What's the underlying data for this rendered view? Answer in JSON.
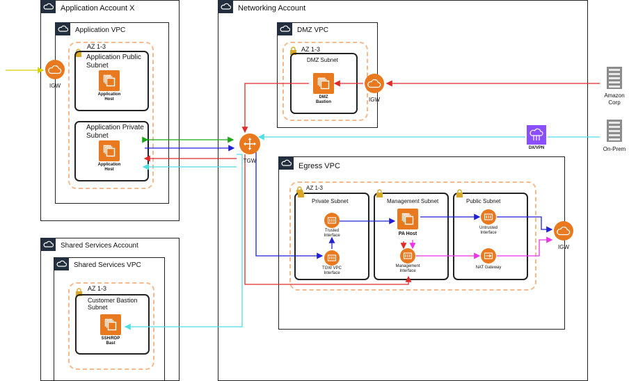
{
  "accounts": {
    "app": "Application Account X",
    "net": "Networking Account",
    "shared": "Shared Services Account"
  },
  "vpcs": {
    "app": "Application VPC",
    "dmz": "DMZ VPC",
    "egress": "Egress VPC",
    "shared": "Shared Services VPC"
  },
  "az": {
    "app": "AZ 1-3",
    "dmz": "AZ 1-3",
    "egress": "AZ 1-3",
    "shared": "AZ 1-3"
  },
  "subnets": {
    "app_public": "Application Public\nSubnet",
    "app_private": "Application Private\nSubnet",
    "dmz": "DMZ Subnet",
    "egress_private": "Private Subnet",
    "egress_mgmt": "Management Subnet",
    "egress_public": "Public Subnet",
    "shared_bastion": "Customer Bastion\nSubnet"
  },
  "nodes": {
    "app_host_public": "Application\nHost",
    "app_host_private": "Application\nHost",
    "dmz_bastion": "DMZ\nBastion",
    "pa_host": "PA Host",
    "trusted": "Trusted\nInterface",
    "tgw_vpc": "TGW VPC\nInterface",
    "mgmt_iface": "Management\nInterface",
    "untrusted": "Untrusted\nInterface",
    "nat": "NAT Gateway",
    "ssh_bast": "SSH/RDP\nBast",
    "igw_app": "IGW",
    "igw_dmz": "IGW",
    "igw_egress": "IGW",
    "tgw": "TGW",
    "dxvpn": "DX/VPN",
    "amazon_corp": "Amazon\nCorp",
    "on_prem": "On-Prem"
  },
  "icons": {
    "cloud": "cloud-icon",
    "lock": "lock-icon",
    "ec2": "ec2-instance-icon",
    "eni": "network-interface-icon",
    "tgw": "transit-gateway-icon",
    "igw": "internet-gateway-icon",
    "nat": "nat-gateway-icon",
    "dc": "corporate-data-center-icon",
    "dx": "direct-connect-vpn-icon"
  },
  "colors": {
    "aws_orange": "#e8791e",
    "dark_tab": "#232f3e",
    "dashed_az": "#f6b98c",
    "lock_gold": "#d9a728",
    "dx_purple": "#8c4fff",
    "datacenter_gray": "#8c8c8c",
    "flow_yellow": "#d6d100",
    "flow_red": "#e02a2a",
    "flow_green": "#18a818",
    "flow_blue": "#2020d8",
    "flow_cyan": "#4fdfe4",
    "flow_magenta": "#ee33ee"
  }
}
